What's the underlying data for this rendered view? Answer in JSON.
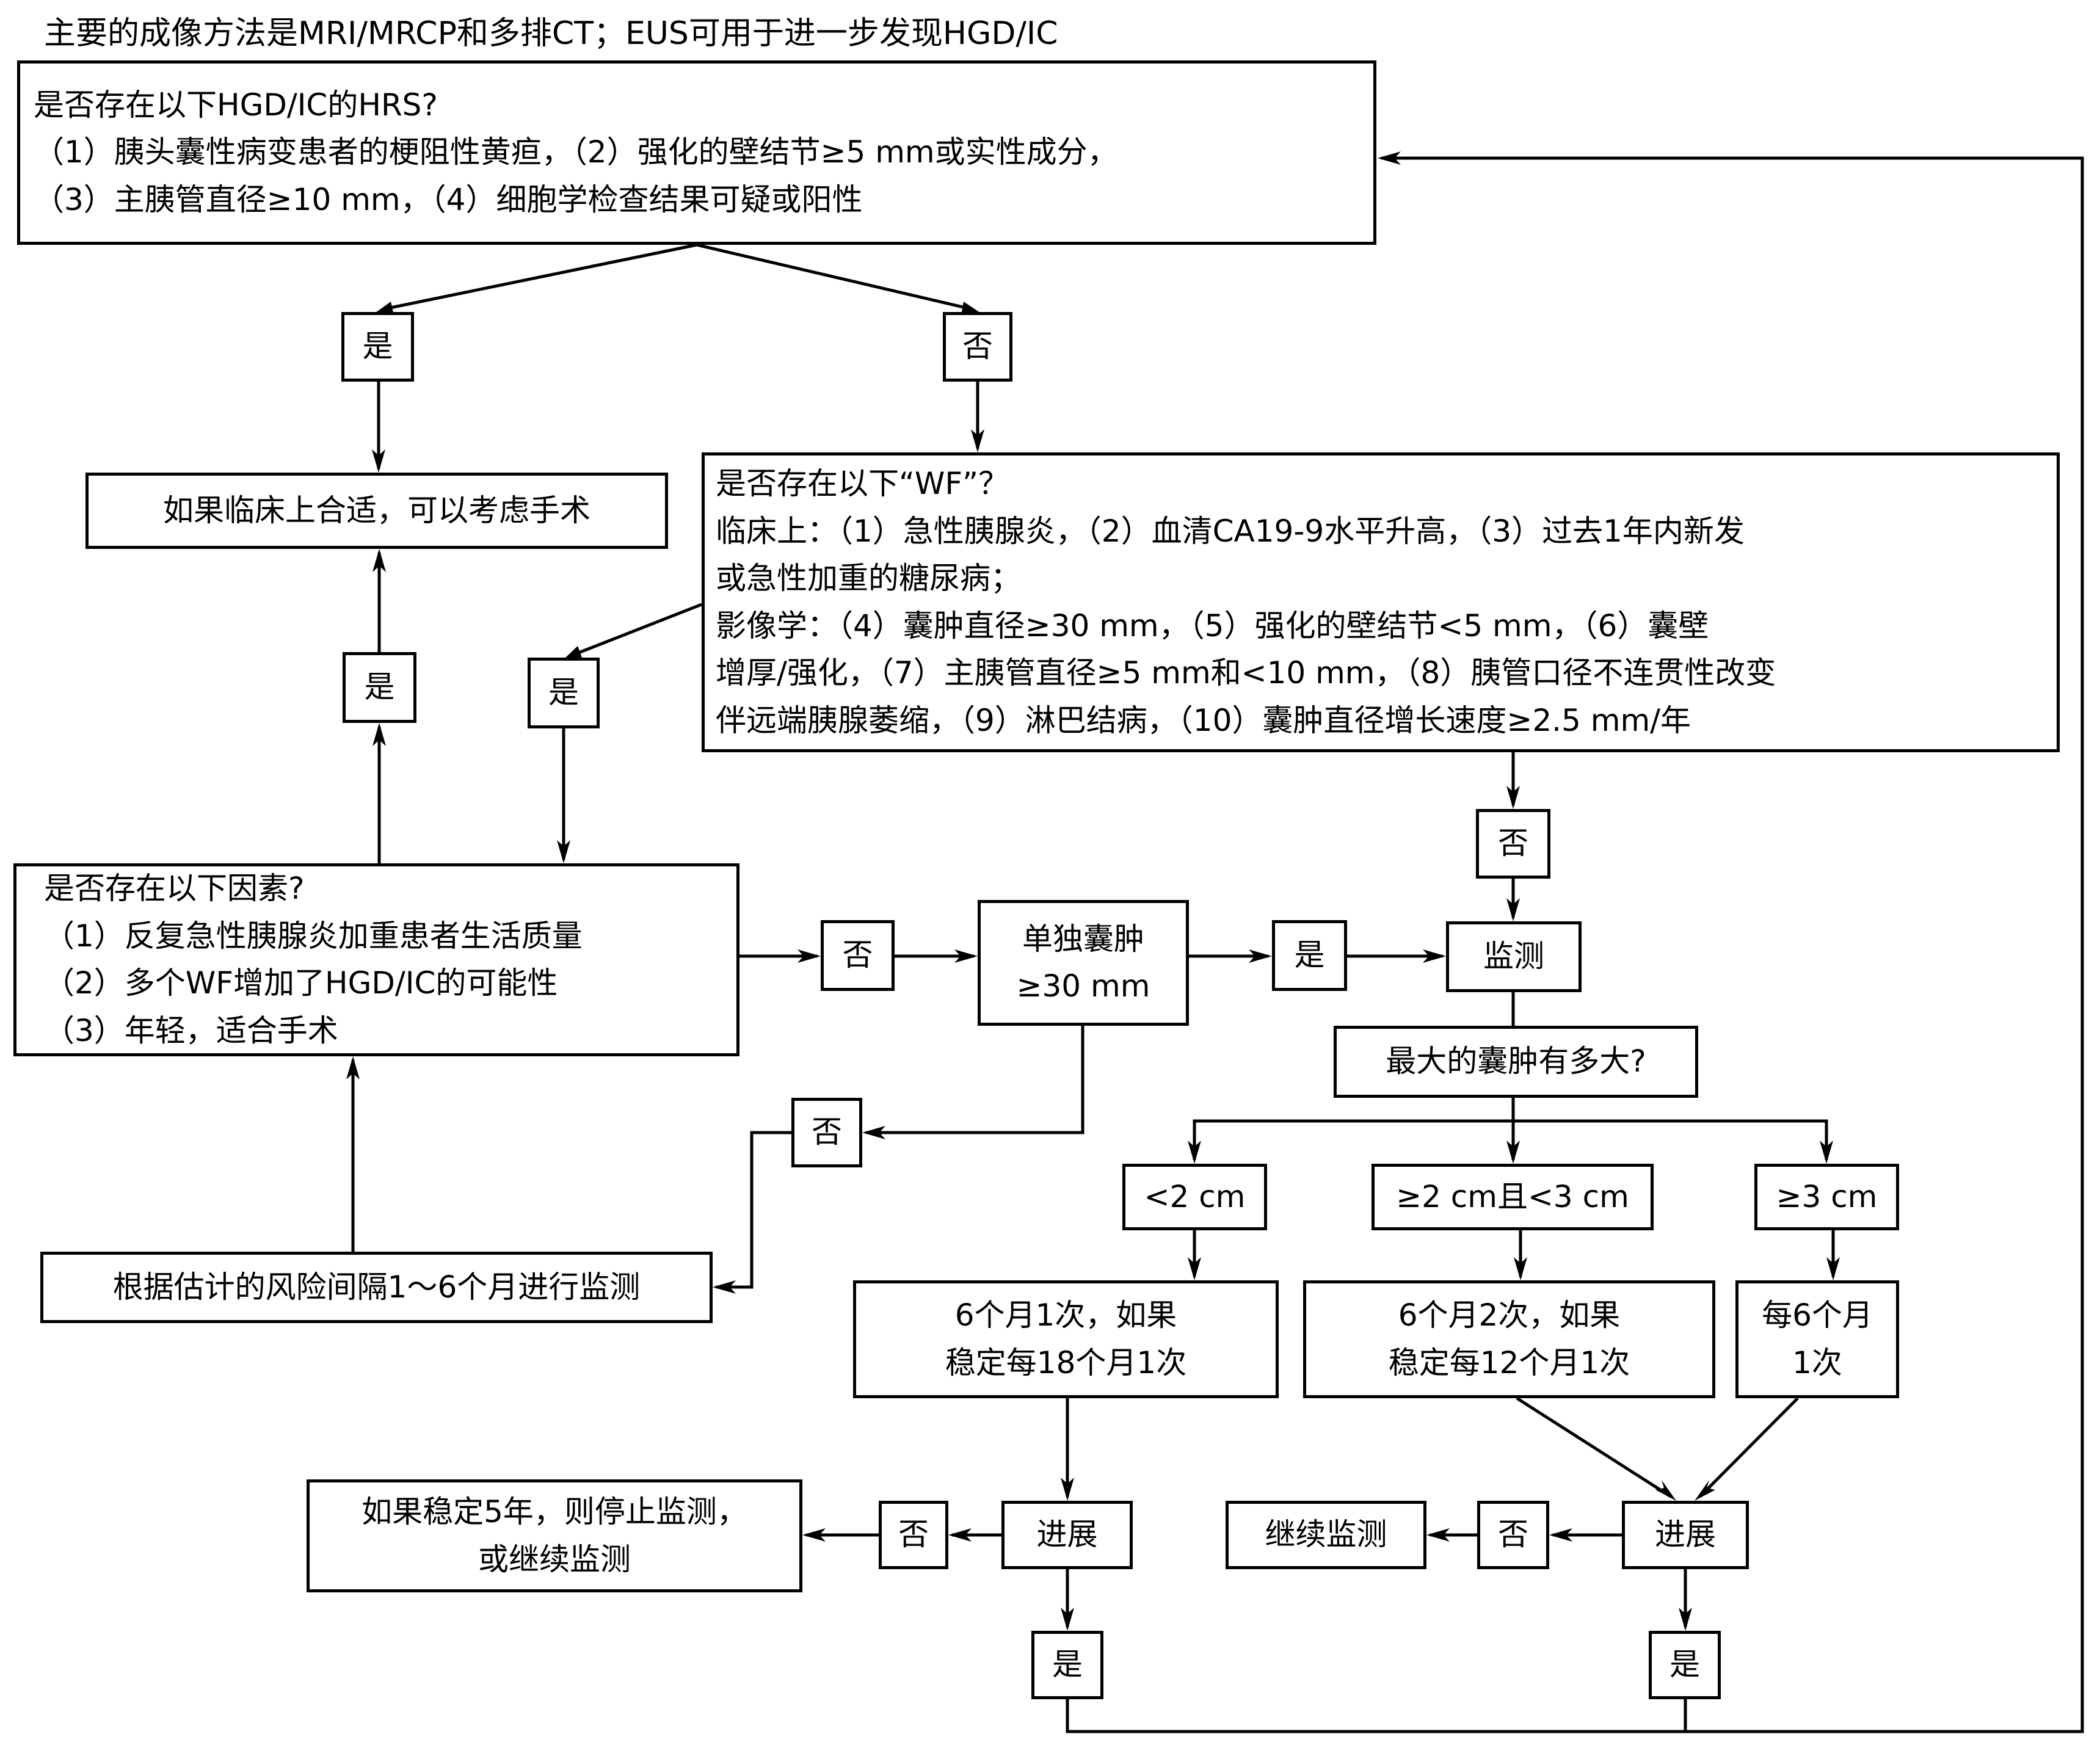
{
  "title": "主要的成像方法是MRI/MRCP和多排CT；EUS可用于进一步发现HGD/IC",
  "nodes": {
    "hrs": {
      "lines": [
        "是否存在以下HGD/IC的HRS?",
        "（1）胰头囊性病变患者的梗阻性黄疸，（2）强化的壁结节≥5 mm或实性成分，",
        "（3）主胰管直径≥10 mm，（4）细胞学检查结果可疑或阳性"
      ]
    },
    "hrs_yes": "是",
    "hrs_no": "否",
    "surgery": "如果临床上合适，可以考虑手术",
    "wf": {
      "lines": [
        "是否存在以下“WF”？",
        "临床上：（1）急性胰腺炎，（2）血清CA19-9水平升高，（3）过去1年内新发",
        "或急性加重的糖尿病；",
        "影像学：（4）囊肿直径≥30 mm，（5）强化的壁结节<5 mm，（6）囊壁",
        "增厚/强化，（7）主胰管直径≥5 mm和<10 mm，（8）胰管口径不连贯性改变",
        "伴远端胰腺萎缩，（9）淋巴结病，（10）囊肿直径增长速度≥2.5 mm/年"
      ]
    },
    "factors_yes": "是",
    "wf_yes": "是",
    "factors": {
      "lines": [
        "是否存在以下因素?",
        "（1）反复急性胰腺炎加重患者生活质量",
        "（2）多个WF增加了HGD/IC的可能性",
        "（3）年轻，适合手术"
      ]
    },
    "factors_no": "否",
    "solitary": {
      "lines": [
        "单独囊肿",
        "≥30 mm"
      ]
    },
    "solitary_yes": "是",
    "solitary_no": "否",
    "wf_no": "否",
    "monitor": "监测",
    "largest": "最大的囊肿有多大?",
    "size_small": "<2 cm",
    "size_mid": "≥2 cm且<3 cm",
    "size_large": "≥3 cm",
    "plan_small": {
      "lines": [
        "6个月1次，如果",
        "稳定每18个月1次"
      ]
    },
    "plan_mid": {
      "lines": [
        "6个月2次，如果",
        "稳定每12个月1次"
      ]
    },
    "plan_large": {
      "lines": [
        "每6个月",
        "1次"
      ]
    },
    "risk_interval": "根据估计的风险间隔1～6个月进行监测",
    "progress_left": "进展",
    "progress_left_no": "否",
    "stop_monitor": {
      "lines": [
        "如果稳定5年，则停止监测，",
        "或继续监测"
      ]
    },
    "progress_left_yes": "是",
    "progress_right": "进展",
    "progress_right_no": "否",
    "continue_monitor": "继续监测",
    "progress_right_yes": "是"
  }
}
